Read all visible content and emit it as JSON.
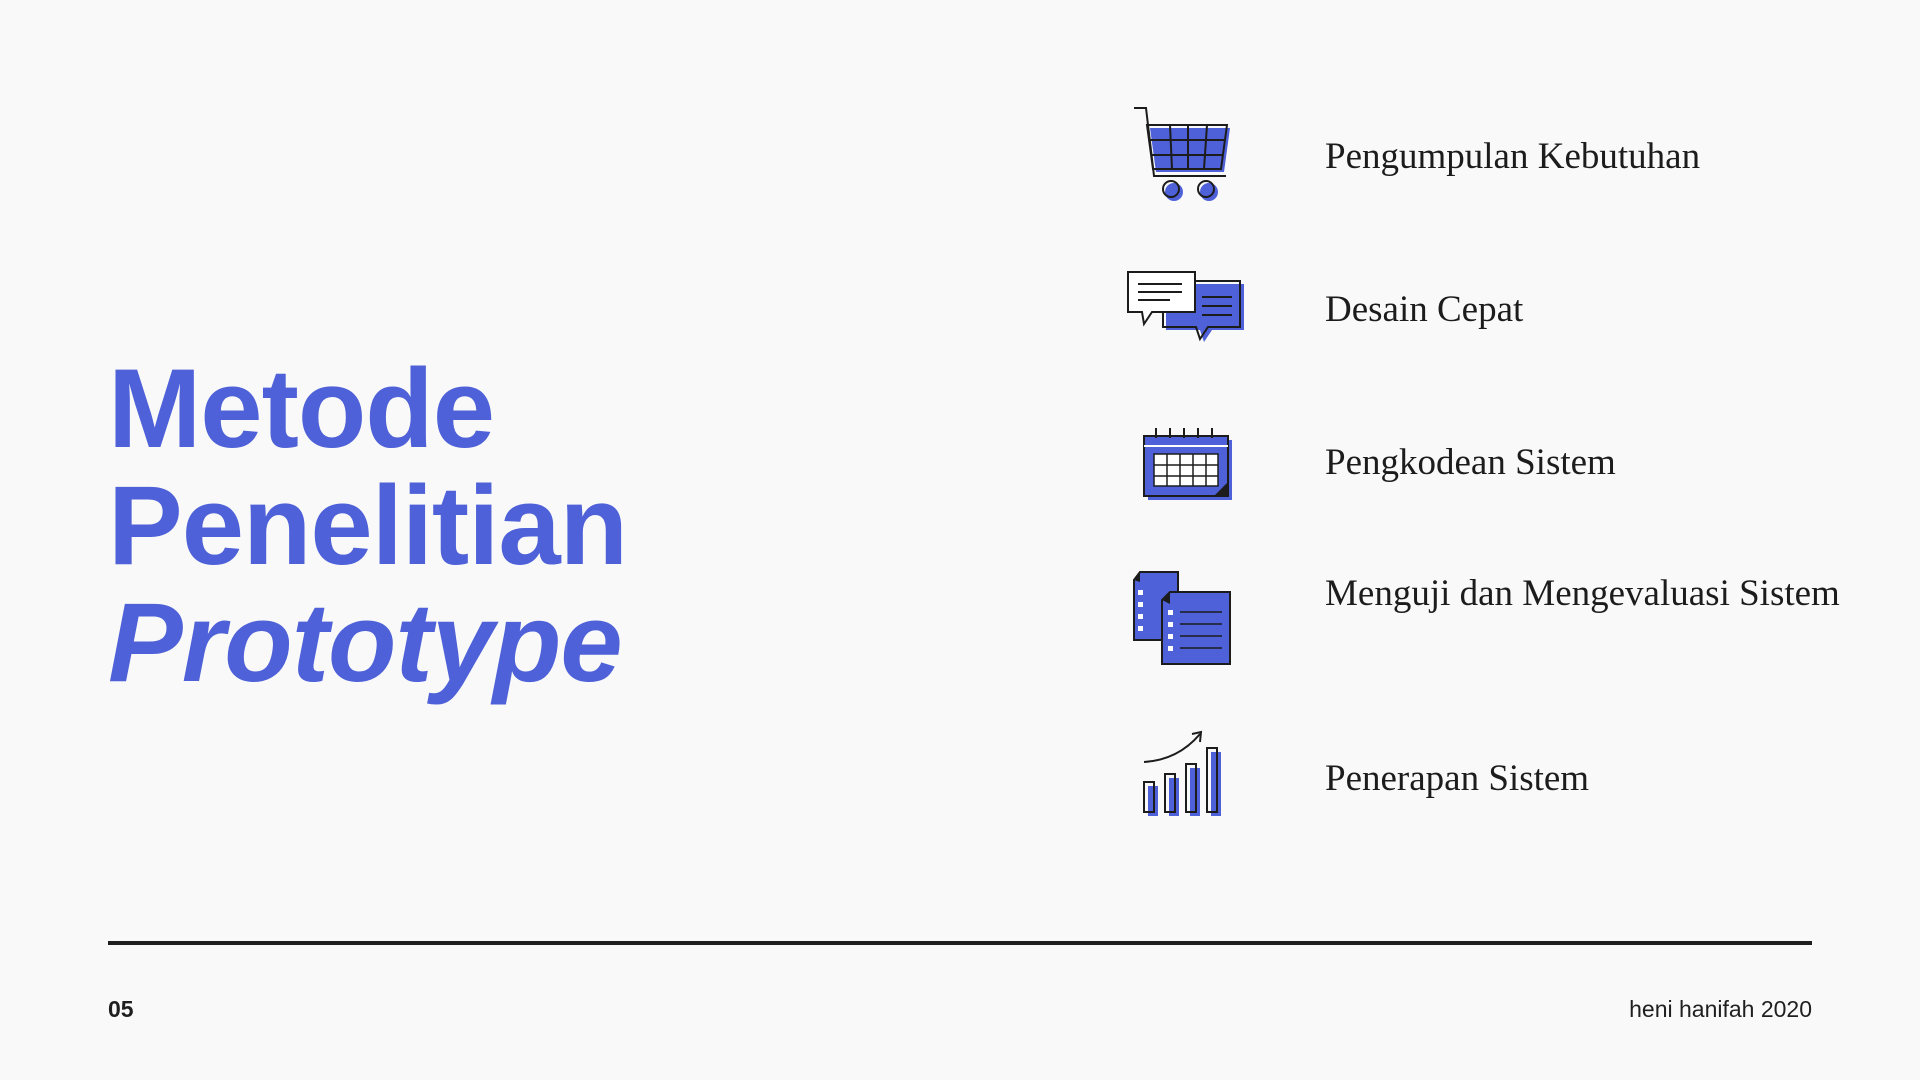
{
  "title": {
    "line1": "Metode",
    "line2": "Penelitian",
    "line3": "Prototype"
  },
  "accent_color": "#4e61d8",
  "steps": [
    {
      "label": "Pengumpulan Kebutuhan",
      "icon": "shopping-cart-icon"
    },
    {
      "label": "Desain Cepat",
      "icon": "chat-bubbles-icon"
    },
    {
      "label": "Pengkodean Sistem",
      "icon": "calendar-icon"
    },
    {
      "label": "Menguji dan Mengevaluasi Sistem",
      "icon": "documents-icon"
    },
    {
      "label": "Penerapan Sistem",
      "icon": "growth-chart-icon"
    }
  ],
  "footer": {
    "page_number": "05",
    "credit": "heni hanifah 2020"
  }
}
